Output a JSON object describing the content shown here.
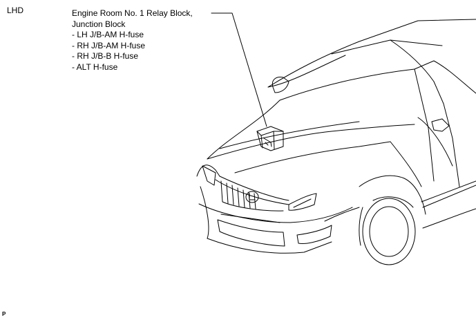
{
  "variant_label": "LHD",
  "callout": {
    "line1": "Engine Room No. 1 Relay Block,",
    "line2": "Junction Block",
    "items": [
      "- LH J/B-AM H-fuse",
      "- RH J/B-AM H-fuse",
      "- RH J/B-B H-fuse",
      "- ALT H-fuse"
    ]
  },
  "corner_code": "P",
  "colors": {
    "line": "#000000",
    "background": "#ffffff"
  }
}
